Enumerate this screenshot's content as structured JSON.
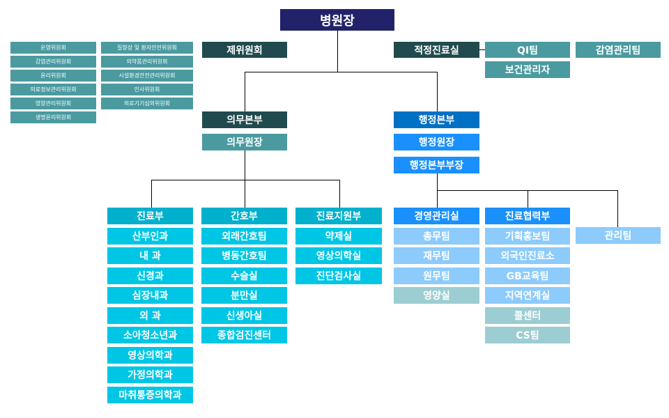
{
  "director": "병원장",
  "committee_group": "제위원회",
  "committees_left": [
    "운영위원회",
    "감염관리위원회",
    "윤리위원회",
    "의료정보관리위원회",
    "영양관리위원회",
    "생명윤리위원회"
  ],
  "committees_right": [
    "질향상 및 환자안전위원회",
    "의약품관리위원회",
    "시설환경안전관리위원회",
    "인사위원회",
    "의료기기심의위원회"
  ],
  "staff": {
    "quality_office": "적정진료실",
    "qi_team": "QI팀",
    "infection_team": "감염관리팀",
    "health_manager": "보건관리자"
  },
  "medical": {
    "division": "의무본부",
    "head": "의무원장"
  },
  "admin": {
    "division": "행정본부",
    "head": "행정원장",
    "deputy": "행정본부부장"
  },
  "departments": [
    {
      "title": "진료부",
      "items": [
        "산부인과",
        "내 과",
        "신경과",
        "심장내과",
        "외 과",
        "소아청소년과",
        "영상의학과",
        "가정의학과",
        "마취통증의학과"
      ]
    },
    {
      "title": "간호부",
      "items": [
        "외래간호팀",
        "병동간호팀",
        "수술실",
        "분만실",
        "신생아실",
        "종합검진센터"
      ]
    },
    {
      "title": "진료지원부",
      "items": [
        "약제실",
        "영상의학실",
        "진단검사실"
      ]
    },
    {
      "title": "경영관리실",
      "items": [
        "총무팀",
        "재무팀",
        "원무팀",
        "영양실"
      ],
      "muted": [
        3
      ]
    },
    {
      "title": "진료협력부",
      "items": [
        "기획홍보팀",
        "외국인진료소",
        "GB교육팀",
        "지역연계실",
        "콜센터",
        "CS팀"
      ],
      "muted": [
        4,
        5
      ]
    }
  ],
  "facility_team": "관리팀",
  "colors": {
    "navy": "#22226a",
    "dark_teal": "#204a4e",
    "teal": "#4a9aa0",
    "cyan": "#00c6e6",
    "cyan_head": "#00b0cc",
    "blue_dark": "#0070c4",
    "blue": "#1a90fc",
    "light_blue": "#8ccbfc",
    "muted": "#9ccdd2"
  }
}
